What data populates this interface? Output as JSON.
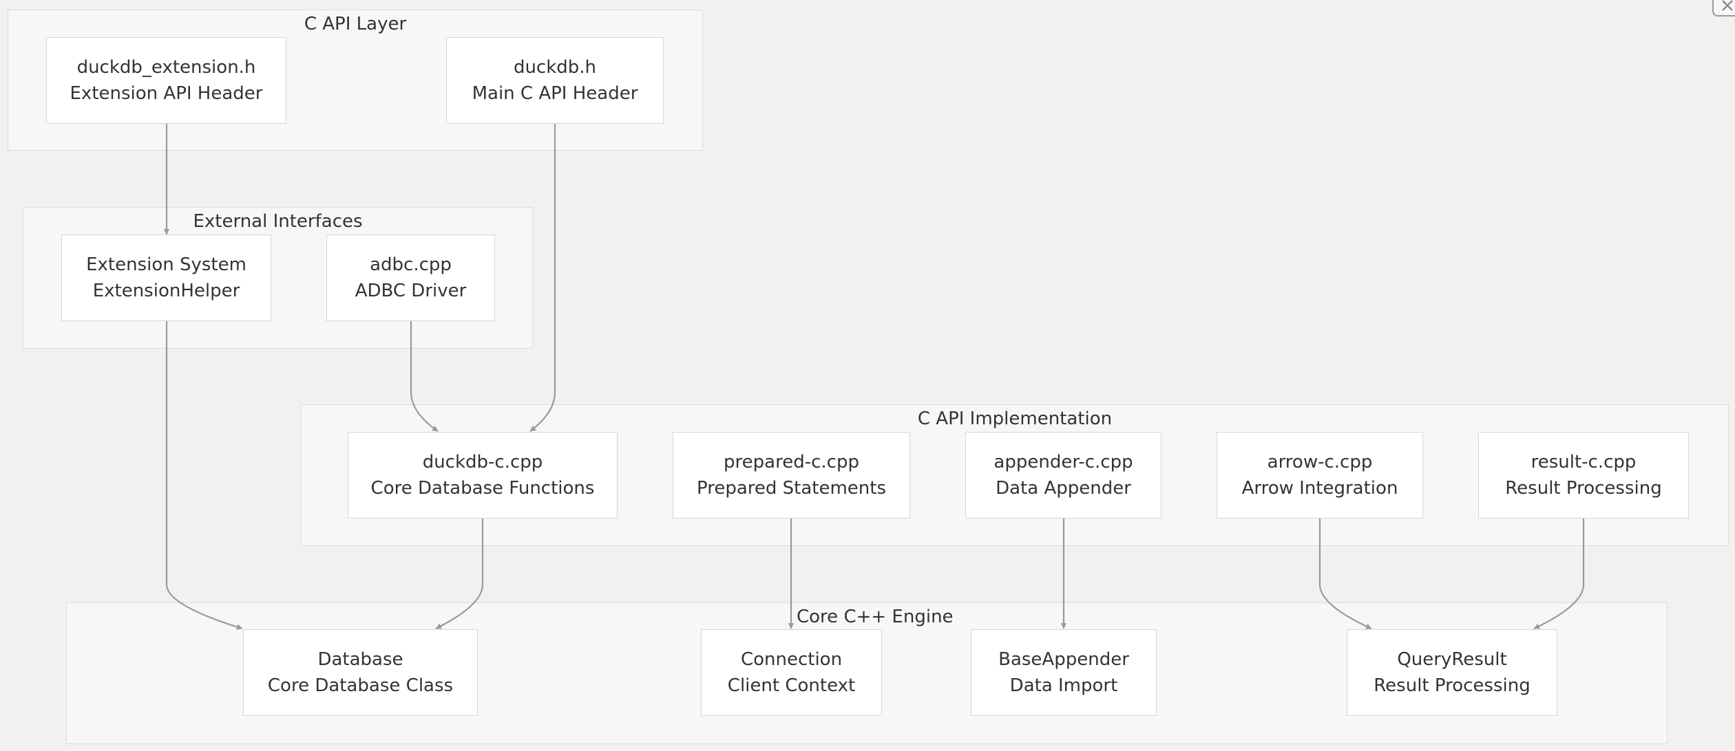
{
  "groups": {
    "c_api_layer": "C API Layer",
    "external_interfaces": "External Interfaces",
    "c_api_implementation": "C API Implementation",
    "core_engine": "Core C++ Engine"
  },
  "nodes": {
    "duckdb_extension_h": {
      "line1": "duckdb_extension.h",
      "line2": "Extension API Header"
    },
    "duckdb_h": {
      "line1": "duckdb.h",
      "line2": "Main C API Header"
    },
    "extension_system": {
      "line1": "Extension System",
      "line2": "ExtensionHelper"
    },
    "adbc_cpp": {
      "line1": "adbc.cpp",
      "line2": "ADBC Driver"
    },
    "duckdb_c_cpp": {
      "line1": "duckdb-c.cpp",
      "line2": "Core Database Functions"
    },
    "prepared_c_cpp": {
      "line1": "prepared-c.cpp",
      "line2": "Prepared Statements"
    },
    "appender_c_cpp": {
      "line1": "appender-c.cpp",
      "line2": "Data Appender"
    },
    "arrow_c_cpp": {
      "line1": "arrow-c.cpp",
      "line2": "Arrow Integration"
    },
    "result_c_cpp": {
      "line1": "result-c.cpp",
      "line2": "Result Processing"
    },
    "database": {
      "line1": "Database",
      "line2": "Core Database Class"
    },
    "connection": {
      "line1": "Connection",
      "line2": "Client Context"
    },
    "base_appender": {
      "line1": "BaseAppender",
      "line2": "Data Import"
    },
    "query_result": {
      "line1": "QueryResult",
      "line2": "Result Processing"
    }
  },
  "edges": [
    {
      "from": "duckdb_extension_h",
      "to": "extension_system"
    },
    {
      "from": "duckdb_h",
      "to": "duckdb_c_cpp"
    },
    {
      "from": "adbc_cpp",
      "to": "duckdb_c_cpp"
    },
    {
      "from": "extension_system",
      "to": "database"
    },
    {
      "from": "duckdb_c_cpp",
      "to": "database"
    },
    {
      "from": "prepared_c_cpp",
      "to": "connection"
    },
    {
      "from": "appender_c_cpp",
      "to": "base_appender"
    },
    {
      "from": "arrow_c_cpp",
      "to": "query_result"
    },
    {
      "from": "result_c_cpp",
      "to": "query_result"
    }
  ],
  "colors": {
    "background": "#f2f1f0",
    "group_fill": "#f7f7f7",
    "node_fill": "#ffffff",
    "edge": "#999999",
    "text": "#333333"
  },
  "icons": {
    "corner_button": "close-icon"
  }
}
